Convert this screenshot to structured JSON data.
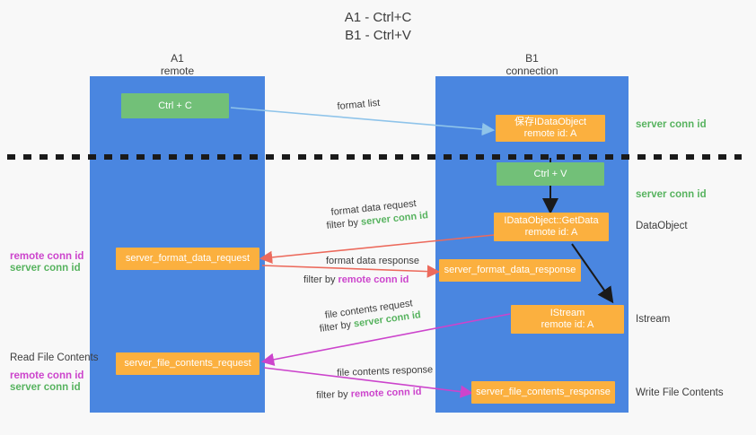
{
  "title": {
    "line1": "A1 - Ctrl+C",
    "line2": "B1 - Ctrl+V"
  },
  "columns": [
    {
      "name": "A1",
      "sub": "remote"
    },
    {
      "name": "B1",
      "sub": "connection"
    }
  ],
  "nodes": {
    "ctrl_c": "Ctrl + C",
    "ctrl_v": "Ctrl + V",
    "save_dataobject_l1": "保存IDataObject",
    "save_dataobject_l2": "remote id: A",
    "getdata_l1": "IDataObject::GetData",
    "getdata_l2": "remote id: A",
    "istream_l1": "IStream",
    "istream_l2": "remote id: A",
    "server_format_data_request": "server_format_data_request",
    "server_format_data_response": "server_format_data_response",
    "server_file_contents_request": "server_file_contents_request",
    "server_file_contents_response": "server_file_contents_response"
  },
  "right_labels": {
    "server_conn_id_top": "server conn id",
    "server_conn_id_mid": "server conn id",
    "dataobject": "DataObject",
    "istream": "Istream",
    "write_file_contents": "Write File Contents"
  },
  "left_labels": {
    "remote_conn_id_1": "remote conn id",
    "server_conn_id_1": "server conn id",
    "read_file_contents": "Read File Contents",
    "remote_conn_id_2": "remote conn id",
    "server_conn_id_2": "server conn id"
  },
  "arrows": {
    "format_list": "format list",
    "format_data_request": "format data request",
    "format_data_request_filter_prefix": "filter by",
    "format_data_request_filter_value": "server conn id",
    "format_data_response": "format data response",
    "format_data_response_filter_prefix": "filter by",
    "format_data_response_filter_value": "remote conn id",
    "file_contents_request": "file contents request",
    "file_contents_request_filter_prefix": "filter by",
    "file_contents_request_filter_value": "server conn id",
    "file_contents_response": "file contents response",
    "file_contents_response_filter_prefix": "filter by",
    "file_contents_response_filter_value": "remote conn id"
  },
  "colors": {
    "lane": "#4a86e0",
    "green_node": "#72c078",
    "orange_node": "#fbb03f",
    "green_text": "#57b35f",
    "magenta_text": "#cc44cc",
    "arrow_blue": "#8fc4ea",
    "arrow_red": "#ec6a5c",
    "arrow_magenta": "#cc44cc",
    "arrow_black": "#1a1a1a",
    "divider": "#1a1a1a",
    "background": "#f8f8f8"
  }
}
